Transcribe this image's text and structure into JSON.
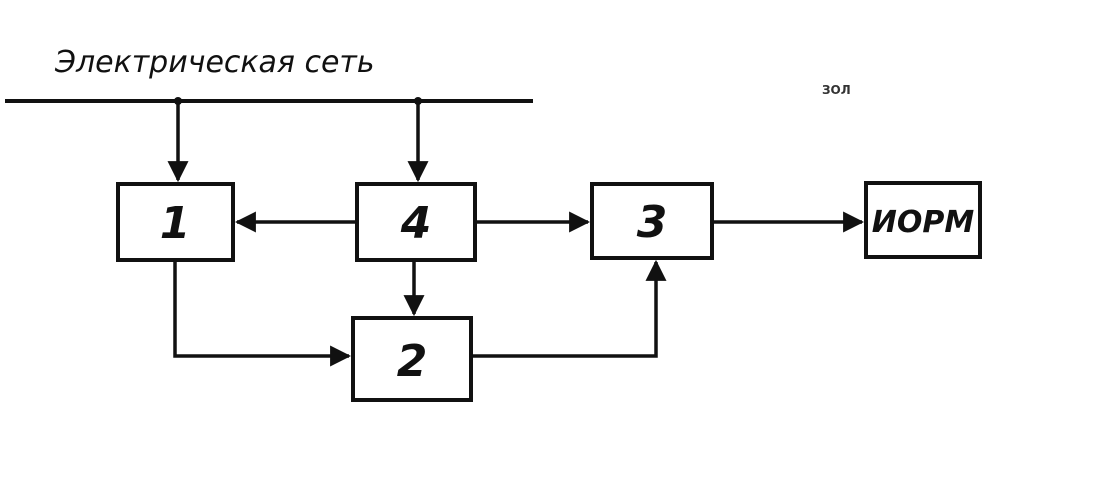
{
  "title": "Электрическая   сеть",
  "stray_mark": "ЗОЛ",
  "blocks": {
    "b1": "1",
    "b2": "2",
    "b3": "3",
    "b4": "4",
    "iorm": "ИОРМ"
  },
  "connections": [
    {
      "from": "network",
      "to": "1"
    },
    {
      "from": "network",
      "to": "4"
    },
    {
      "from": "4",
      "to": "1"
    },
    {
      "from": "4",
      "to": "3"
    },
    {
      "from": "4",
      "to": "2"
    },
    {
      "from": "1",
      "to": "2"
    },
    {
      "from": "2",
      "to": "3"
    },
    {
      "from": "3",
      "to": "ИОРМ"
    }
  ],
  "colors": {
    "ink": "#111111",
    "background": "#ffffff"
  }
}
